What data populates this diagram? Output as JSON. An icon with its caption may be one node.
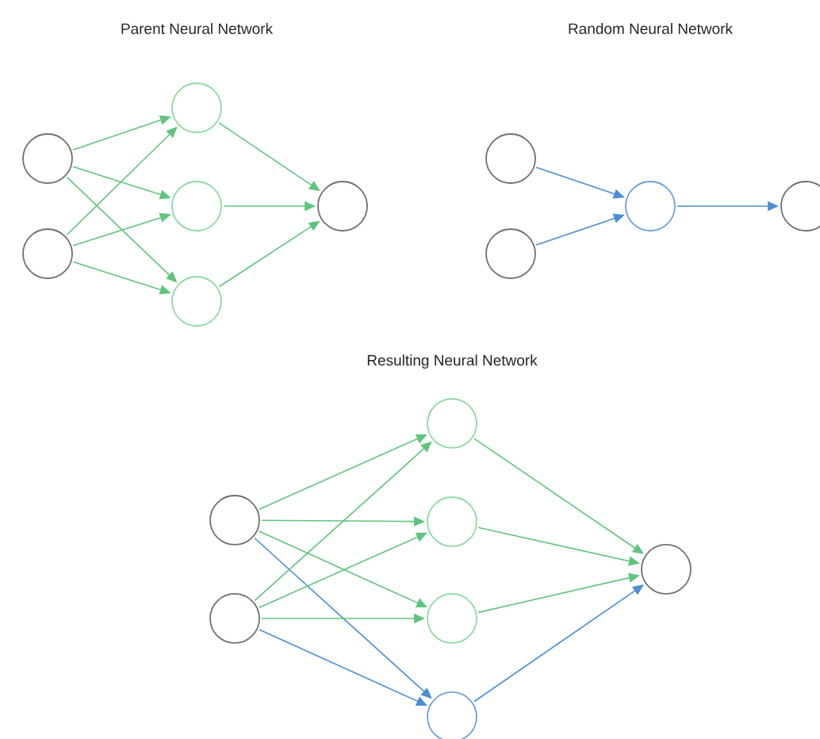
{
  "diagram": {
    "nodes": [
      {
        "text": [],
        "shape": "circle"
      },
      {
        "text": [],
        "shape": "circle"
      },
      {
        "text": [],
        "shape": "circle"
      },
      {
        "text": [],
        "shape": "circle"
      },
      {
        "text": [],
        "shape": "circle"
      },
      {
        "text": [],
        "shape": "circle"
      },
      {
        "text": [],
        "shape": "circle"
      },
      {
        "text": [],
        "shape": "circle"
      },
      {
        "text": [],
        "shape": "circle"
      },
      {
        "text": [],
        "shape": "circle"
      },
      {
        "text": [],
        "shape": "circle"
      },
      {
        "text": [],
        "shape": "circle"
      },
      {
        "text": [],
        "shape": "circle"
      },
      {
        "text": [],
        "shape": "circle"
      },
      {
        "text": [],
        "shape": "circle"
      },
      {
        "text": [],
        "shape": "circle"
      },
      {
        "text": [],
        "shape": "circle"
      }
    ],
    "edges": [
      {
        "from": 0,
        "to": 2,
        "arrow": "to"
      },
      {
        "from": 0,
        "to": 3,
        "arrow": "to"
      },
      {
        "from": 0,
        "to": 4,
        "arrow": "to"
      },
      {
        "from": 1,
        "to": 2,
        "arrow": "to"
      },
      {
        "from": 1,
        "to": 3,
        "arrow": "to"
      },
      {
        "from": 1,
        "to": 4,
        "arrow": "to"
      },
      {
        "from": 2,
        "to": 5,
        "arrow": "to"
      },
      {
        "from": 3,
        "to": 5,
        "arrow": "to"
      },
      {
        "from": 4,
        "to": 5,
        "arrow": "to"
      },
      {
        "from": 6,
        "to": 8,
        "arrow": "to",
        "color": "#4a8fd4"
      },
      {
        "from": 7,
        "to": 8,
        "arrow": "to",
        "color": "#4a8fd4"
      },
      {
        "from": 8,
        "to": 9,
        "arrow": "to",
        "color": "#4a8fd4"
      },
      {
        "from": 10,
        "to": 12,
        "arrow": "to"
      },
      {
        "from": 10,
        "to": 13,
        "arrow": "to"
      },
      {
        "from": 10,
        "to": 14,
        "arrow": "to"
      },
      {
        "from": 10,
        "to": 15,
        "arrow": "to",
        "color": "#4a8fd4"
      },
      {
        "from": 11,
        "to": 12,
        "arrow": "to"
      },
      {
        "from": 11,
        "to": 13,
        "arrow": "to"
      },
      {
        "from": 11,
        "to": 14,
        "arrow": "to"
      },
      {
        "from": 11,
        "to": 15,
        "arrow": "to",
        "color": "#4a8fd4"
      },
      {
        "from": 12,
        "to": 16,
        "arrow": "to"
      },
      {
        "from": 13,
        "to": 16,
        "arrow": "to"
      },
      {
        "from": 14,
        "to": 16,
        "arrow": "to"
      },
      {
        "from": 15,
        "to": 16,
        "arrow": "to",
        "color": "#4a8fd4"
      }
    ],
    "labels": [
      "Parent Neural Network",
      "Random Neural Network",
      "Resulting Neural Network"
    ]
  }
}
